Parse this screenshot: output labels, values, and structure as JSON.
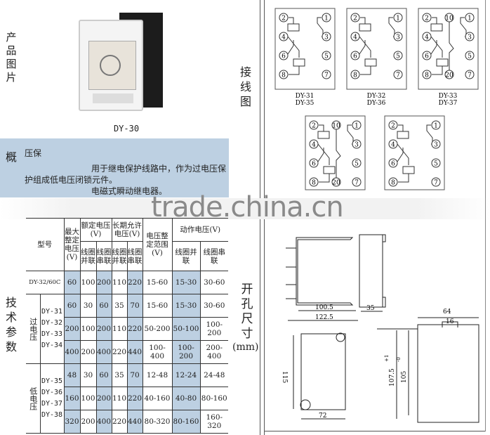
{
  "left": {
    "product_label": "产品图片",
    "product_caption": "DY-30",
    "overview_label": "概",
    "overview_lines": [
      "压保",
      "用于继电保护线路中，作为过电压保",
      "护组成低电压闭锁元件。",
      "电磁式瞬动继电器。"
    ],
    "tech_label": "技术参数",
    "wiring_label": "接线图",
    "hole_label": "开孔尺寸",
    "hole_unit": "(mm)"
  },
  "watermark": "trade.china.cn",
  "table": {
    "headers": {
      "model": "型号",
      "max": "最大整定电压(V)",
      "rated": "额定电压(V)",
      "longterm": "长期允许电压(V)",
      "range": "电压整定范围(V)",
      "action": "动作电压(V)",
      "parallel": "线圈并联",
      "series": "线圈串联"
    },
    "row0": {
      "model": "DY-32/60C",
      "values": [
        "60",
        "100",
        "200",
        "110",
        "220",
        "15-60",
        "15-30",
        "30-60"
      ]
    },
    "over": {
      "label": "过电压",
      "models": [
        "DY-31",
        "DY-32",
        "DY-33",
        "DY-34"
      ],
      "rows": [
        [
          "60",
          "30",
          "60",
          "35",
          "70",
          "15-60",
          "15-30",
          "30-60"
        ],
        [
          "200",
          "100",
          "200",
          "110",
          "220",
          "50-200",
          "50-100",
          "100-200"
        ],
        [
          "400",
          "200",
          "400",
          "220",
          "440",
          "100-400",
          "100-200",
          "200-400"
        ]
      ]
    },
    "low": {
      "label": "低电压",
      "models": [
        "DY-35",
        "DY-36",
        "DY-37",
        "DY-38"
      ],
      "rows": [
        [
          "48",
          "30",
          "60",
          "35",
          "70",
          "12-48",
          "12-24",
          "24-48"
        ],
        [
          "160",
          "100",
          "200",
          "110",
          "220",
          "40-160",
          "40-80",
          "80-160"
        ],
        [
          "320",
          "200",
          "400",
          "220",
          "440",
          "80-320",
          "80-160",
          "160-320"
        ]
      ]
    }
  },
  "wiring": [
    {
      "caption": [
        "DY-31",
        "DY-35"
      ]
    },
    {
      "caption": [
        "DY-32",
        "DY-36"
      ]
    },
    {
      "caption": [
        "DY-33",
        "DY-37"
      ]
    },
    {
      "caption": []
    },
    {
      "caption": []
    }
  ],
  "pins": [
    "1",
    "2",
    "3",
    "4",
    "5",
    "6",
    "7",
    "8",
    "10",
    "20"
  ],
  "dimensions": {
    "d1": "100.5",
    "d2": "122.5",
    "d3": "35",
    "d4": "115",
    "d5": "72",
    "d6": "64",
    "d7": "16",
    "d8": "107.5",
    "d9": "105",
    "tol_plus": "+1",
    "tol_minus": "-0"
  },
  "colors": {
    "band": "#bdd0e2"
  }
}
